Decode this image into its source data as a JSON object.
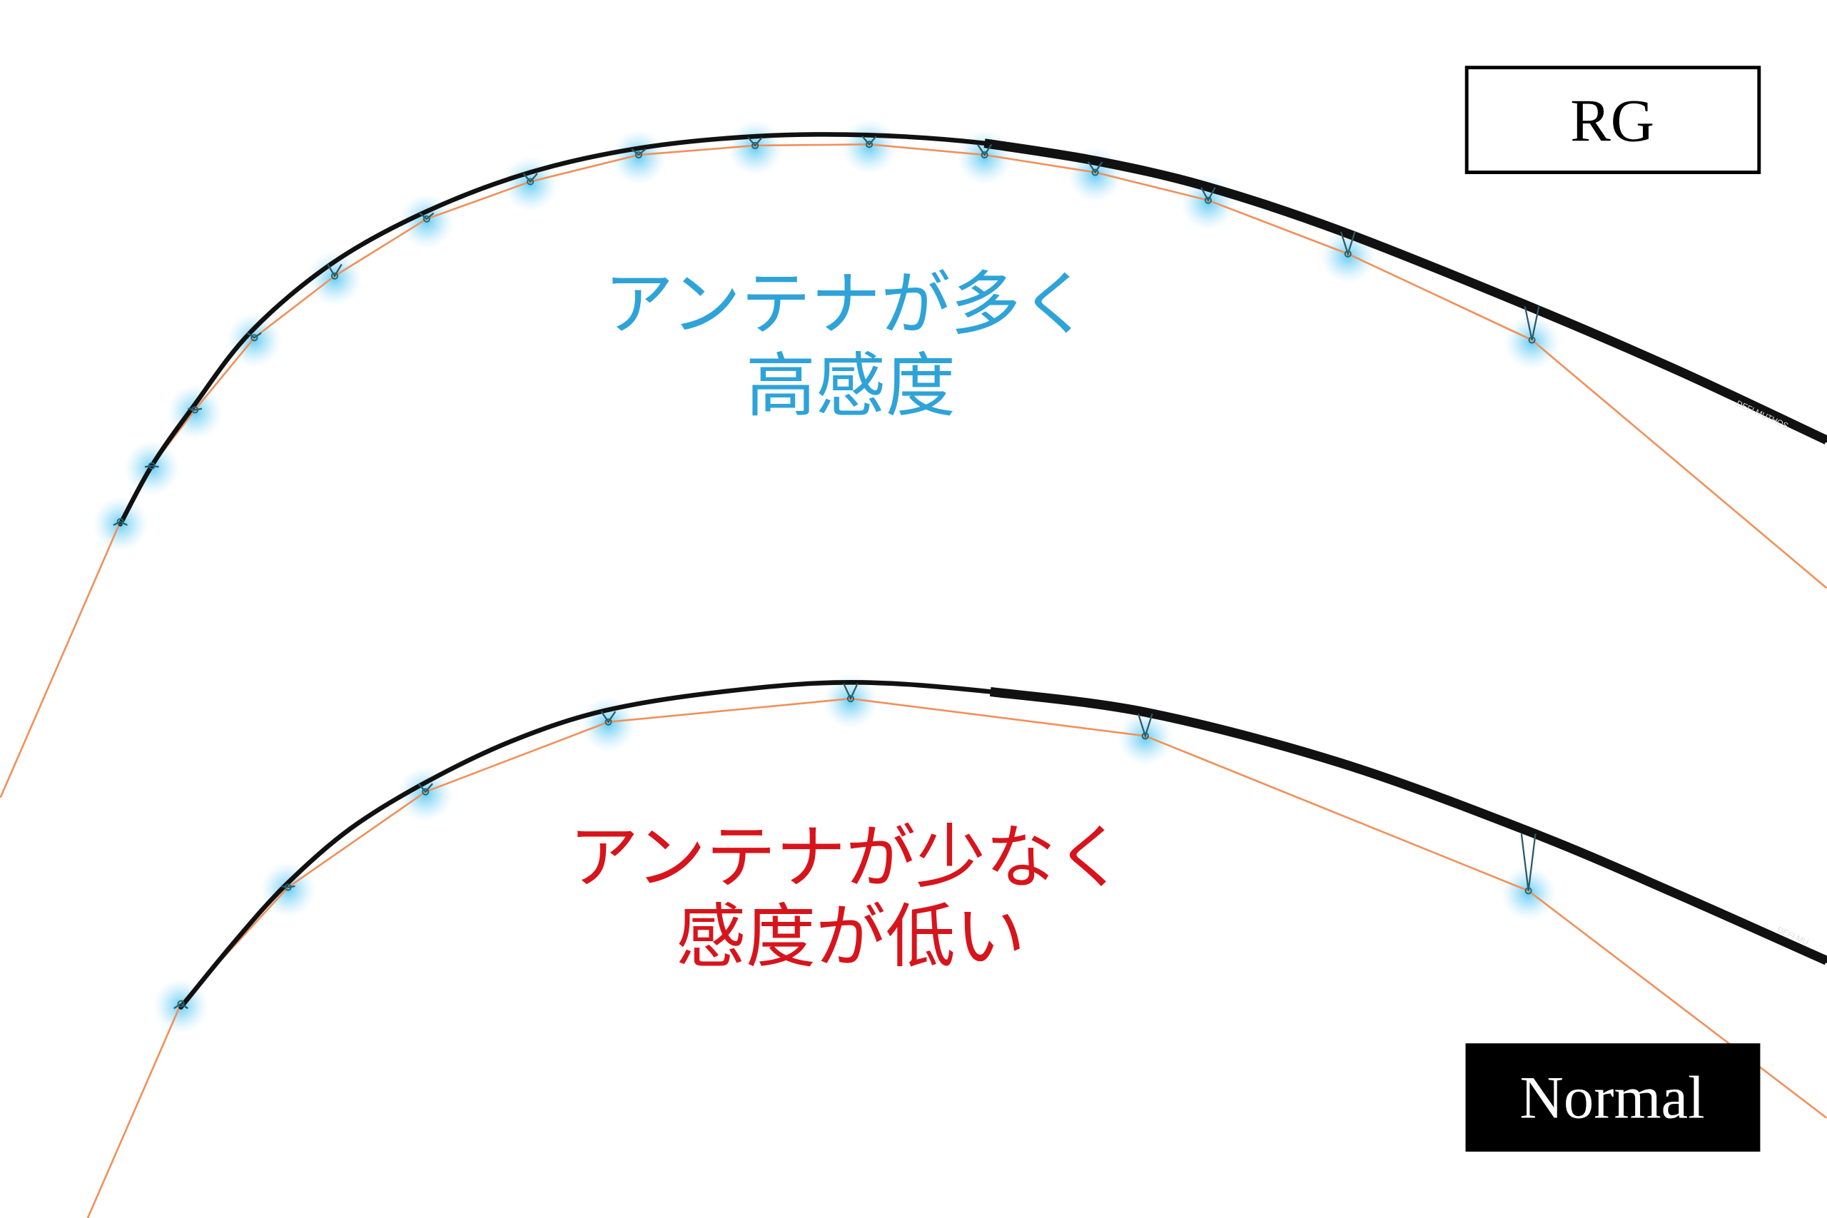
{
  "labels": {
    "rg": "RG",
    "normal": "Normal"
  },
  "captions": {
    "rg_line1": "アンテナが多く",
    "rg_line2": "高感度",
    "normal_line1": "アンテナが少なく",
    "normal_line2": "感度が低い"
  },
  "rod_print": {
    "rg": "DEFI MUTHOS",
    "normal": "DEFI MU"
  },
  "colors": {
    "caption_rg": "#2ea3d8",
    "caption_normal": "#d7141c",
    "line": "#f0905a",
    "rod": "#111111",
    "glow": "#4fc3f0"
  }
}
